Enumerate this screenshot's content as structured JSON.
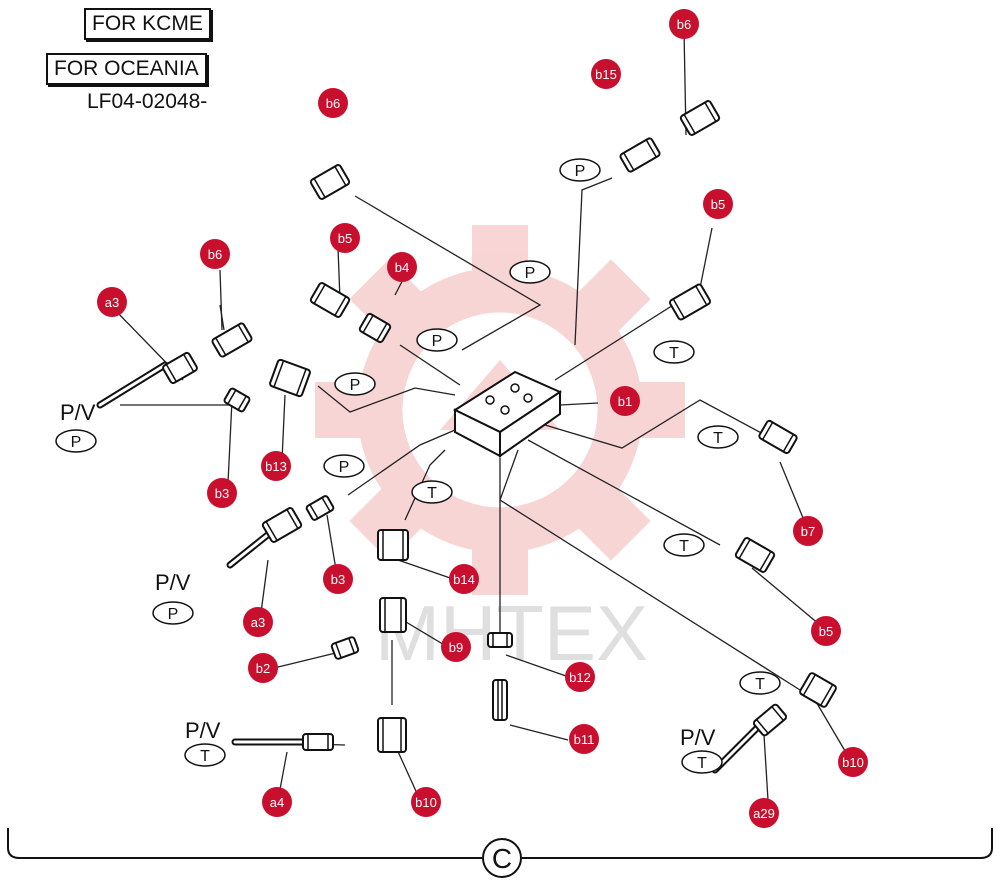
{
  "header": {
    "tag_kcme": "FOR KCME",
    "tag_oceania": "FOR OCEANIA",
    "part_code": "LF04-02048-"
  },
  "watermark": {
    "text": "MHTEX",
    "color": "#f4b3b3"
  },
  "section_label": "C",
  "callout_color": "#c8102e",
  "callouts": [
    "b6",
    "b15",
    "b6",
    "b5",
    "b4",
    "b6",
    "a3",
    "b5",
    "b1",
    "b13",
    "b3",
    "b3",
    "b14",
    "b7",
    "a3",
    "b5",
    "b9",
    "b2",
    "b12",
    "b11",
    "b10",
    "b10",
    "a4",
    "a29"
  ],
  "port_labels": [
    "P",
    "P",
    "P",
    "P",
    "T",
    "T",
    "P",
    "T",
    "T",
    "T",
    "P",
    "P",
    "T",
    "T"
  ],
  "pv_label": "P/V"
}
